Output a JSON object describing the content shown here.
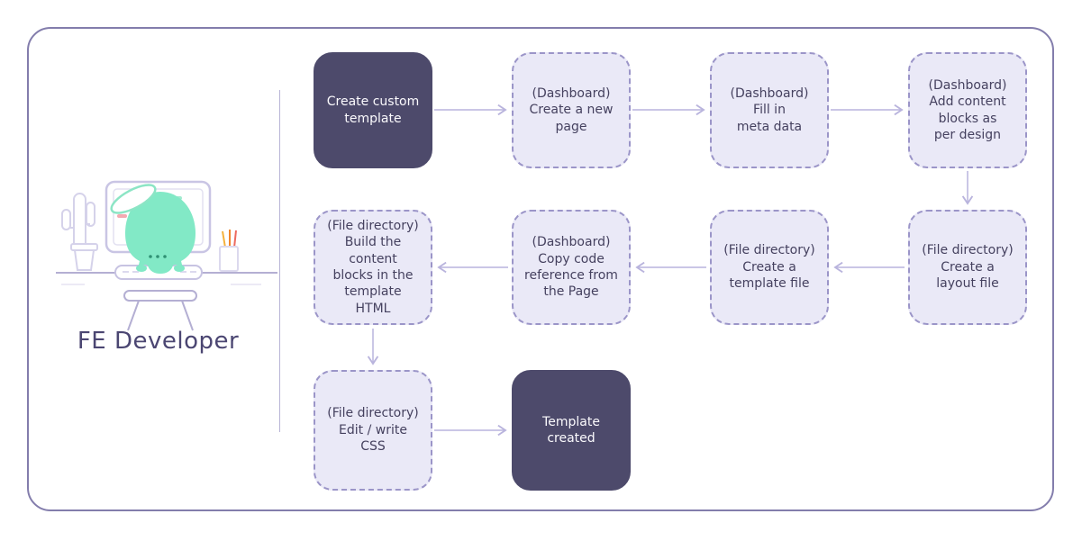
{
  "diagram": {
    "actor": {
      "label": "FE Developer"
    },
    "nodes": [
      {
        "id": "create-custom-template",
        "label": "Create custom\ntemplate",
        "type": "solid"
      },
      {
        "id": "create-new-page",
        "label": "(Dashboard)\nCreate a new\npage",
        "type": "dashed"
      },
      {
        "id": "fill-meta-data",
        "label": "(Dashboard)\nFill in\nmeta data",
        "type": "dashed"
      },
      {
        "id": "add-content-blocks",
        "label": "(Dashboard)\nAdd content\nblocks as\nper design",
        "type": "dashed"
      },
      {
        "id": "create-layout-file",
        "label": "(File directory)\nCreate a\nlayout file",
        "type": "dashed"
      },
      {
        "id": "create-template-file",
        "label": "(File directory)\nCreate a\ntemplate file",
        "type": "dashed"
      },
      {
        "id": "copy-code-reference",
        "label": "(Dashboard)\nCopy code\nreference from\nthe Page",
        "type": "dashed"
      },
      {
        "id": "build-content-blocks",
        "label": "(File directory)\nBuild the content\nblocks in the\ntemplate\nHTML",
        "type": "dashed"
      },
      {
        "id": "edit-write-css",
        "label": "(File directory)\nEdit / write\nCSS",
        "type": "dashed"
      },
      {
        "id": "template-created",
        "label": "Template\ncreated",
        "type": "solid"
      }
    ],
    "edges": [
      "create-custom-template -> create-new-page",
      "create-new-page -> fill-meta-data",
      "fill-meta-data -> add-content-blocks",
      "add-content-blocks -> create-layout-file",
      "create-layout-file -> create-template-file",
      "create-template-file -> copy-code-reference",
      "copy-code-reference -> build-content-blocks",
      "build-content-blocks -> edit-write-css",
      "edit-write-css -> template-created"
    ],
    "colors": {
      "frame_border": "#837dac",
      "divider": "#b8b4d6",
      "node_solid_bg": "#4d4a6b",
      "node_solid_text": "#fbfafd",
      "node_dashed_bg": "#eae9f7",
      "node_dashed_border": "#9b95c8",
      "node_dashed_text": "#45415f",
      "arrow": "#b9b4dd",
      "actor_text": "#4b4672",
      "mascot_green": "#82e9c6",
      "illustration_outline": "#c9c5e4"
    }
  }
}
